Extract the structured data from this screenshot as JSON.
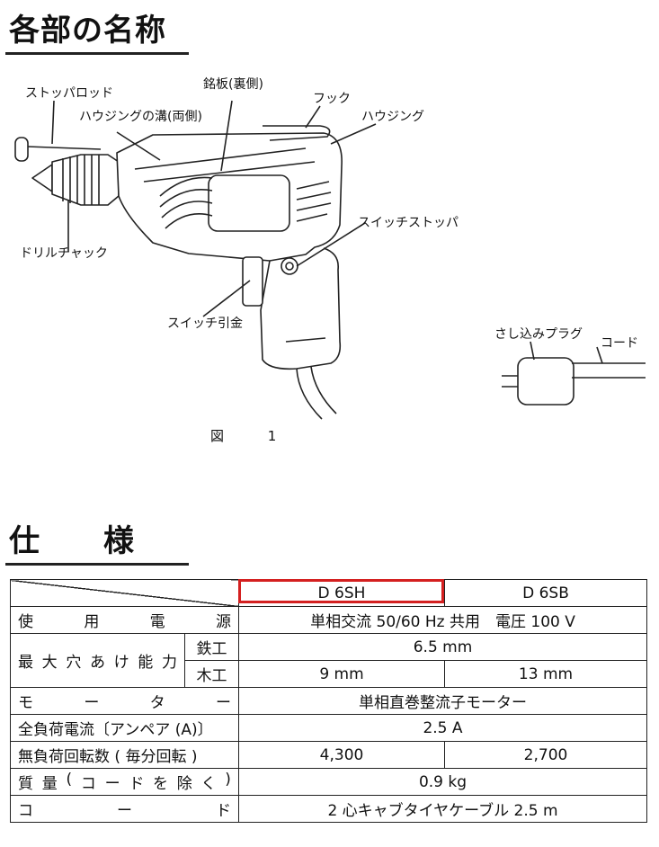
{
  "section1": {
    "title": "各部の名称"
  },
  "labels": {
    "stop_rod": "ストッパロッド",
    "housing_groove": "ハウジングの溝(両側)",
    "nameplate": "銘板(裏側)",
    "hook": "フック",
    "housing": "ハウジング",
    "switch_stopper": "スイッチストッパ",
    "drill_chuck": "ドリルチャック",
    "switch_trigger": "スイッチ引金",
    "plug": "さし込みプラグ",
    "cord": "コード"
  },
  "figure": {
    "caption": "図 1"
  },
  "section2": {
    "title": "仕　　様"
  },
  "spec": {
    "models": [
      "D 6SH",
      "D 6SB"
    ],
    "highlight_color": "#d42020",
    "rows": {
      "power": {
        "label": "使用電源",
        "value": "単相交流 50/60 Hz 共用　電圧 100 V"
      },
      "capacity": {
        "label": "最大穴あけ能力",
        "steel": {
          "label": "鉄工",
          "value": "6.5 mm"
        },
        "wood": {
          "label": "木工",
          "values": [
            "9 mm",
            "13 mm"
          ]
        }
      },
      "motor": {
        "label": "モーター",
        "value": "単相直巻整流子モーター"
      },
      "current": {
        "label": "全負荷電流〔アンペア (A)〕",
        "value": "2.5 A"
      },
      "rpm": {
        "label": "無負荷回転数 ( 毎分回転 )",
        "values": [
          "4,300",
          "2,700"
        ]
      },
      "mass": {
        "label": "質量(コードを除く)",
        "value": "0.9 kg"
      },
      "cord": {
        "label": "コード",
        "value": "2 心キャブタイヤケーブル 2.5 m"
      }
    }
  }
}
